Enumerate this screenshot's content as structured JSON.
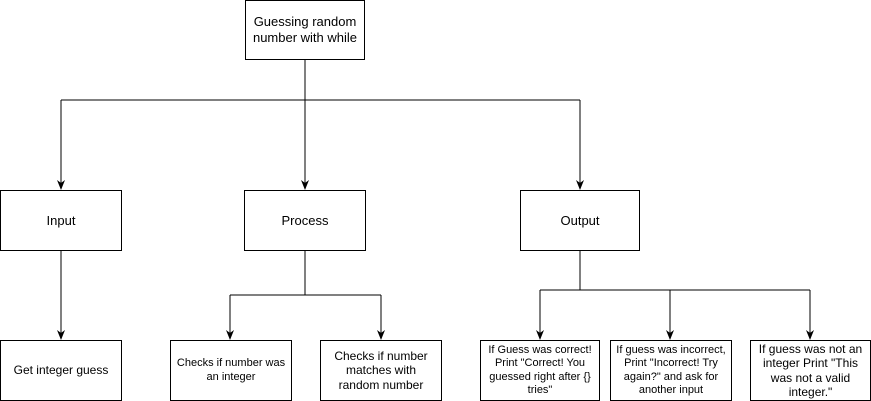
{
  "diagram": {
    "root": "Guessing random number with while",
    "input": "Input",
    "process": "Process",
    "output": "Output",
    "get_integer_guess": "Get integer guess",
    "checks_integer": "Checks if number was an integer",
    "checks_match": "Checks if number matches with random number",
    "output_correct": "If Guess was correct! Print \"Correct! You guessed right after {} tries\"",
    "output_incorrect": "If guess was incorrect, Print \"Incorrect! Try again?\" and ask for another input",
    "output_invalid": "If guess was not an integer Print \"This was not a valid integer.\""
  }
}
